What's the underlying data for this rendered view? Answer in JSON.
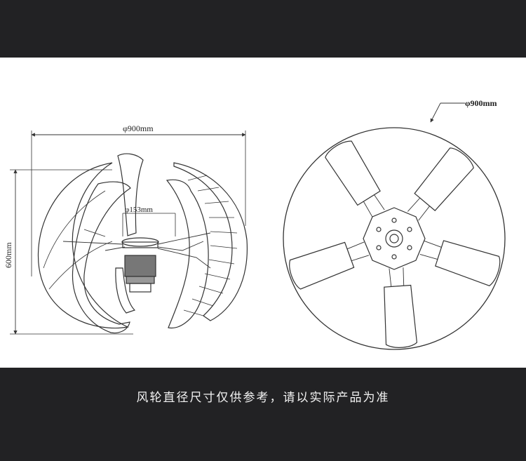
{
  "side_view": {
    "width_label": "φ900mm",
    "height_label": "600mm",
    "hub_label": "φ153mm"
  },
  "front_view": {
    "diameter_label": "φ900mm",
    "blade_count": 5
  },
  "caption": "风轮直径尺寸仅供参考，请以实际产品为准",
  "colors": {
    "background": "#222224",
    "panel": "#ffffff",
    "line": "#333333"
  }
}
